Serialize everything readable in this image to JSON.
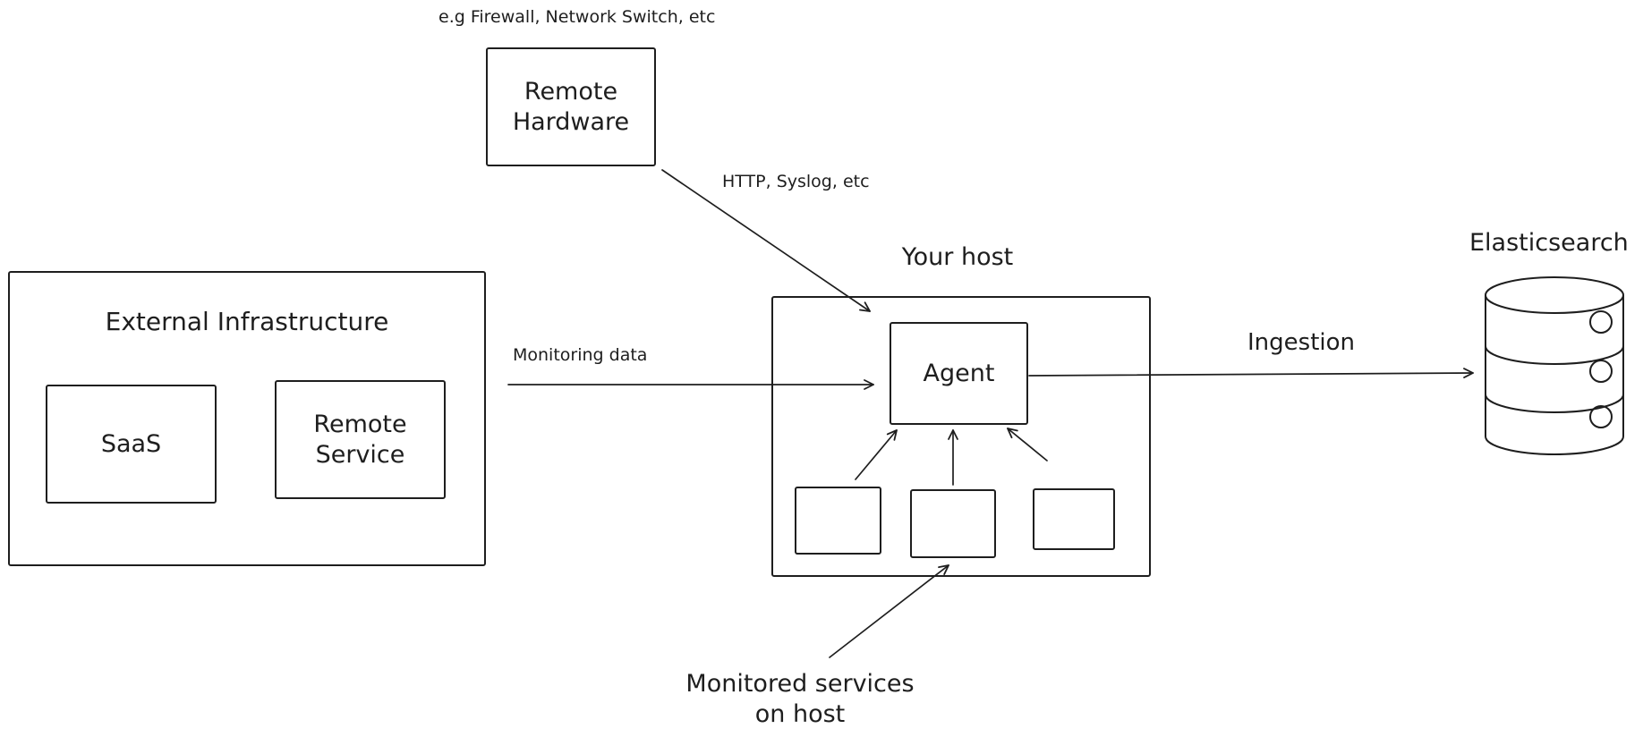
{
  "colors": {
    "stroke": "#1e1e1e",
    "background": "#ffffff"
  },
  "labels": {
    "hardware_note": "e.g Firewall, Network Switch, etc",
    "http_syslog": "HTTP, Syslog, etc",
    "monitoring_data": "Monitoring data",
    "your_host": "Your host",
    "ingestion": "Ingestion",
    "elasticsearch": "Elasticsearch",
    "monitored_services": "Monitored services\non host"
  },
  "nodes": {
    "remote_hardware": "Remote\nHardware",
    "external_infrastructure": "External Infrastructure",
    "saas": "SaaS",
    "remote_service": "Remote\nService",
    "agent": "Agent",
    "monitored_service_box_count": 3
  }
}
